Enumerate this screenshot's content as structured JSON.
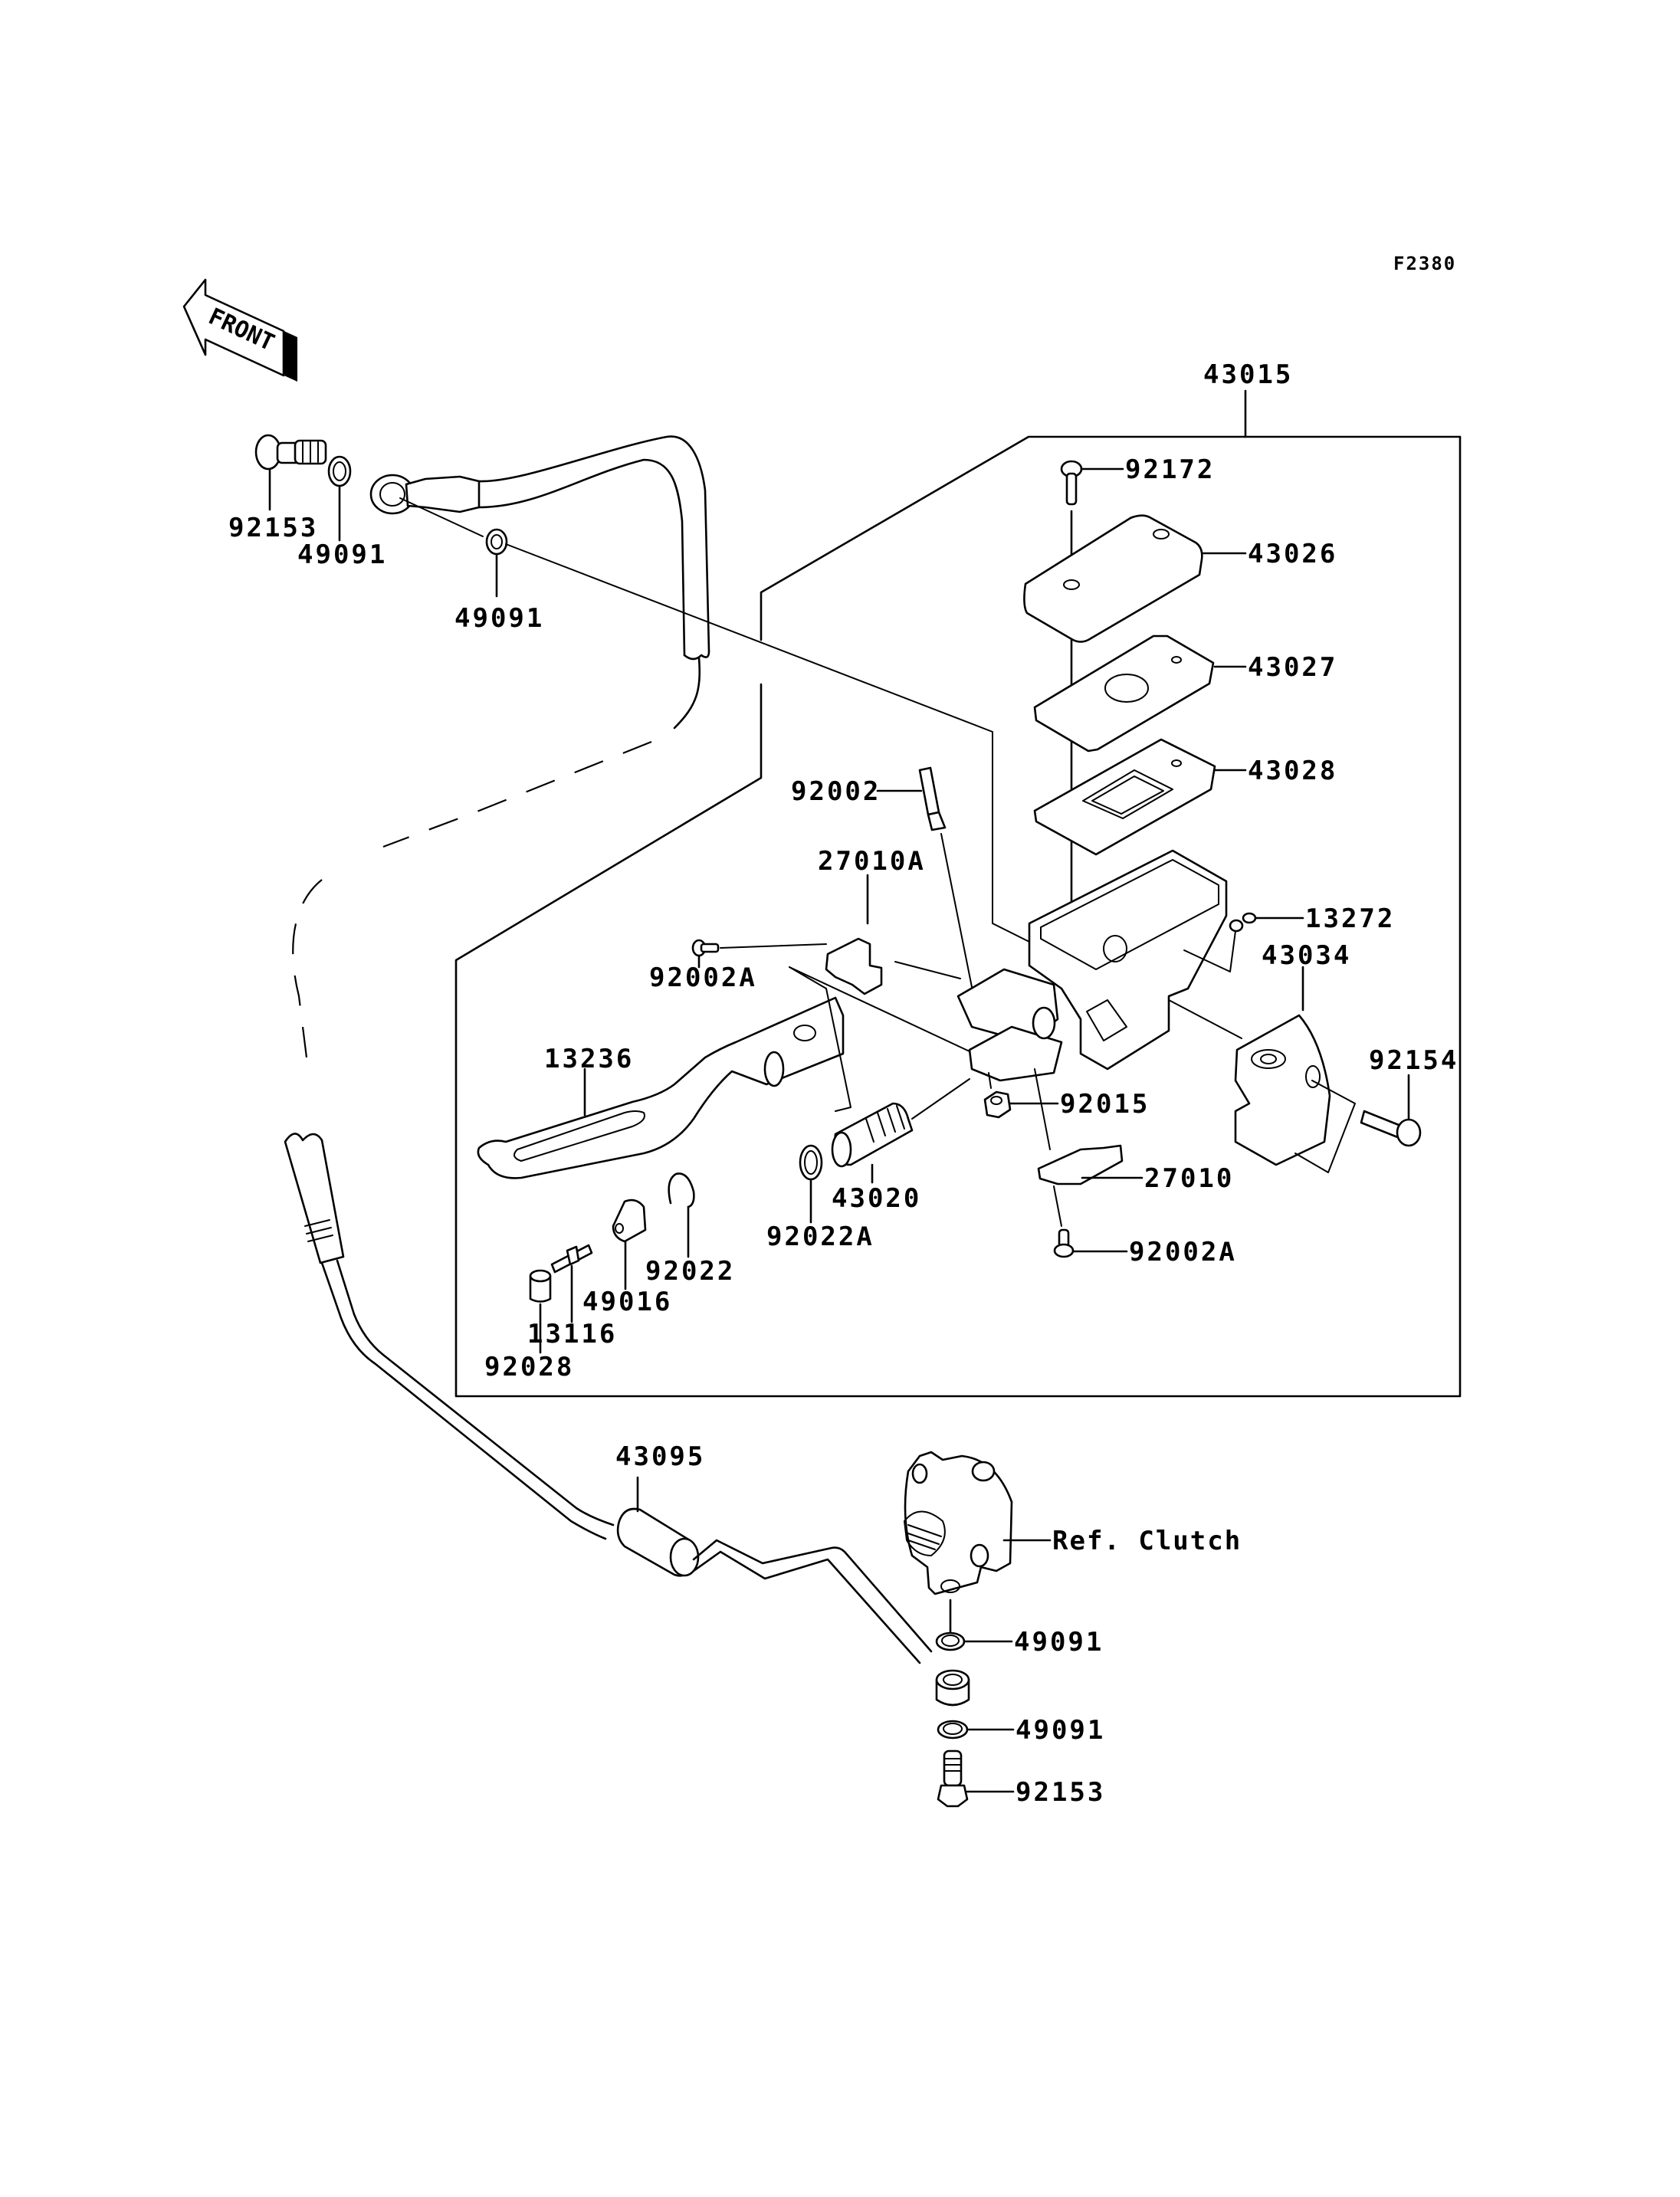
{
  "figure_code": "F2380",
  "front_arrow": {
    "label": "FRONT",
    "icon": "front-direction-arrow-icon"
  },
  "assembly_group": {
    "part_number": "43015",
    "description": "Master cylinder assembly (boxed group)"
  },
  "callouts": {
    "p92172": "92172",
    "p43026": "43026",
    "p43027": "43027",
    "p43028": "43028",
    "p92002": "92002",
    "p27010A": "27010A",
    "p13272": "13272",
    "p43034": "43034",
    "p92002A_upper": "92002A",
    "p13236": "13236",
    "p92154": "92154",
    "p92015": "92015",
    "p43020": "43020",
    "p27010": "27010",
    "p92022A": "92022A",
    "p92002A_lower": "92002A",
    "p92022": "92022",
    "p49016": "49016",
    "p13116": "13116",
    "p92028": "92028",
    "p92153_upper": "92153",
    "p49091_upper_left": "49091",
    "p49091_upper_right": "49091",
    "p43095": "43095",
    "ref_clutch": "Ref. Clutch",
    "p49091_lower_a": "49091",
    "p49091_lower_b": "49091",
    "p92153_lower": "92153"
  },
  "colors": {
    "line": "#000000",
    "background": "#ffffff"
  }
}
